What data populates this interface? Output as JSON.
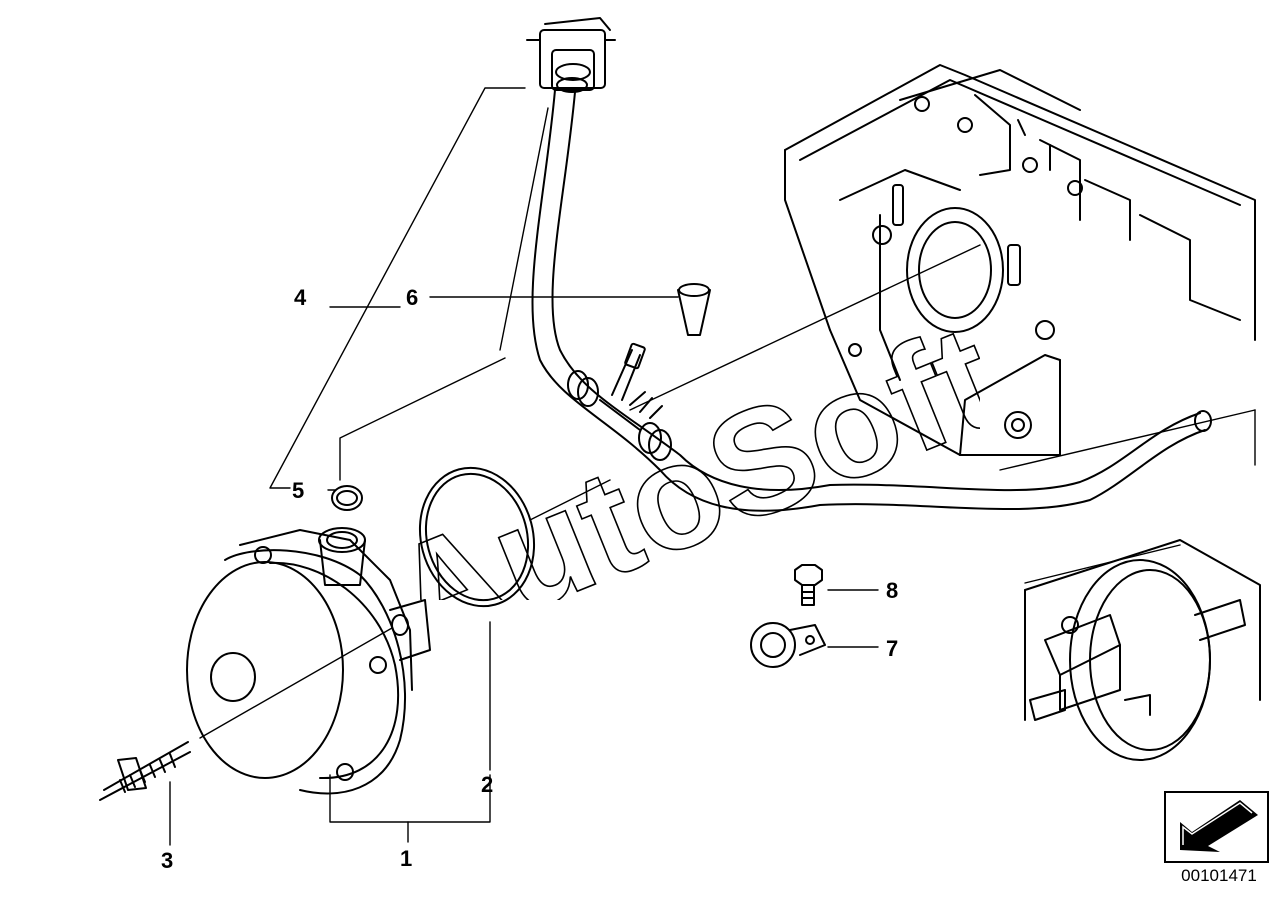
{
  "diagram": {
    "callouts": {
      "c1": "1",
      "c2": "2",
      "c3": "3",
      "c4": "4",
      "c5": "5",
      "c6": "6",
      "c7": "7",
      "c8": "8"
    },
    "document_number": "00101471",
    "watermark_text": "AutoSoft",
    "icon": "arrow-pointing-down-left-icon"
  }
}
